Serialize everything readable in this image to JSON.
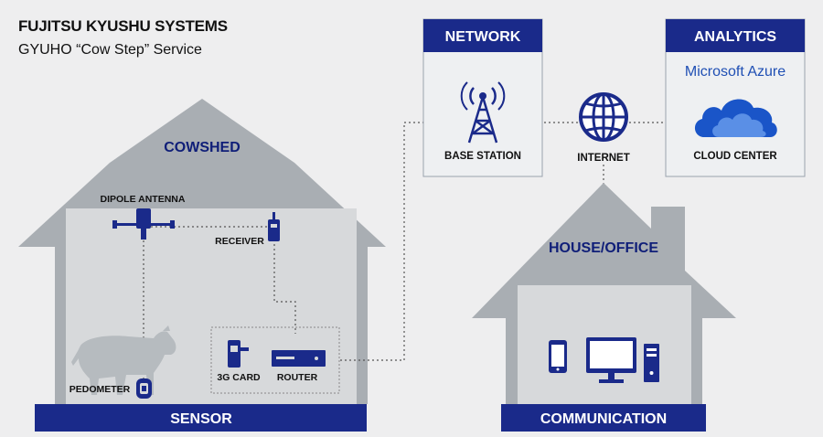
{
  "header": {
    "title": "FUJITSU KYUSHU SYSTEMS",
    "subtitle": "GYUHO “Cow Step” Service"
  },
  "colors": {
    "navy": "#1a2a8a",
    "navy_text": "#0f1e78",
    "building_fill": "#a9aeb3",
    "interior_fill": "#d7d9db",
    "background": "#eeeeef",
    "panel_fill": "#eef0f2",
    "panel_border": "#9aa3ad",
    "cloud_blue": "#1a55c8"
  },
  "cowshed": {
    "label": "COWSHED",
    "dipole_antenna": "DIPOLE ANTENNA",
    "receiver": "RECEIVER",
    "card_3g": "3G CARD",
    "router": "ROUTER",
    "pedometer": "PEDOMETER",
    "footer": "SENSOR",
    "icons": [
      "cow-icon",
      "pedometer-icon",
      "antenna-icon",
      "receiver-icon",
      "3g-card-icon",
      "router-icon"
    ]
  },
  "network": {
    "header": "NETWORK",
    "caption": "BASE STATION",
    "icon": "cell-tower-icon"
  },
  "internet": {
    "caption": "INTERNET",
    "icon": "globe-icon"
  },
  "analytics": {
    "header": "ANALYTICS",
    "brand": "Microsoft Azure",
    "caption": "CLOUD CENTER",
    "icon": "cloud-icon"
  },
  "house": {
    "label": "HOUSE/OFFICE",
    "footer": "COMMUNICATION",
    "icons": [
      "smartphone-icon",
      "monitor-icon",
      "desktop-tower-icon"
    ]
  }
}
